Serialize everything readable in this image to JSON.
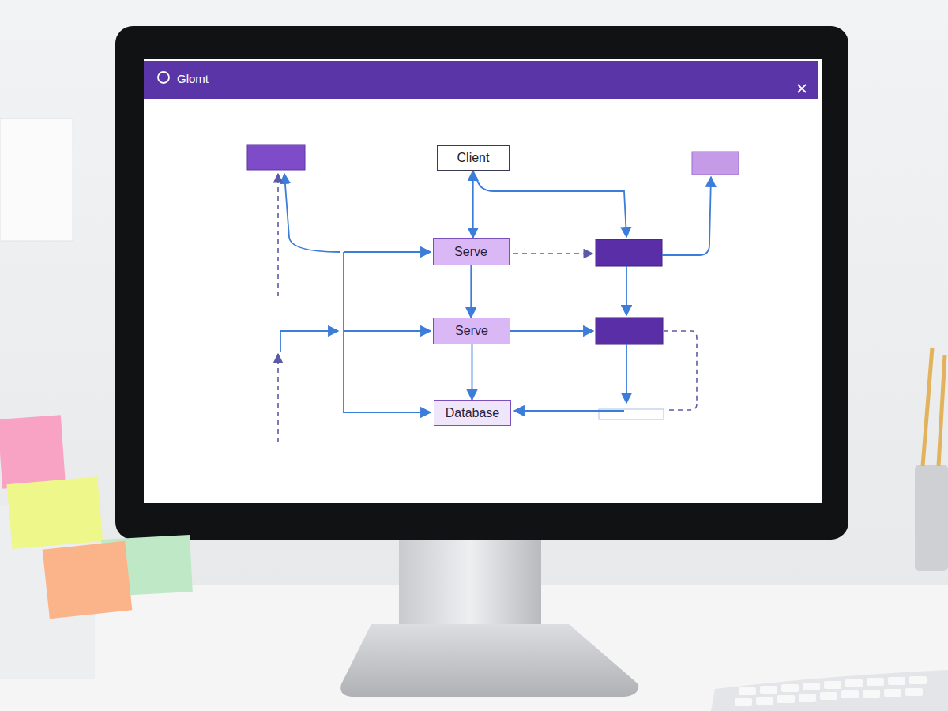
{
  "diagram": {
    "title": "Glomt",
    "nodes": [
      {
        "text": [
          "Client"
        ]
      },
      {
        "text": [
          "Serve"
        ]
      },
      {
        "text": [
          "Serve"
        ]
      },
      {
        "text": [
          "Database"
        ]
      }
    ],
    "edges": [
      {
        "from": 0,
        "to": 1,
        "arrow": "both"
      },
      {
        "from": 1,
        "to": 2,
        "arrow": "to"
      },
      {
        "from": 2,
        "to": 3,
        "arrow": "to"
      }
    ]
  }
}
